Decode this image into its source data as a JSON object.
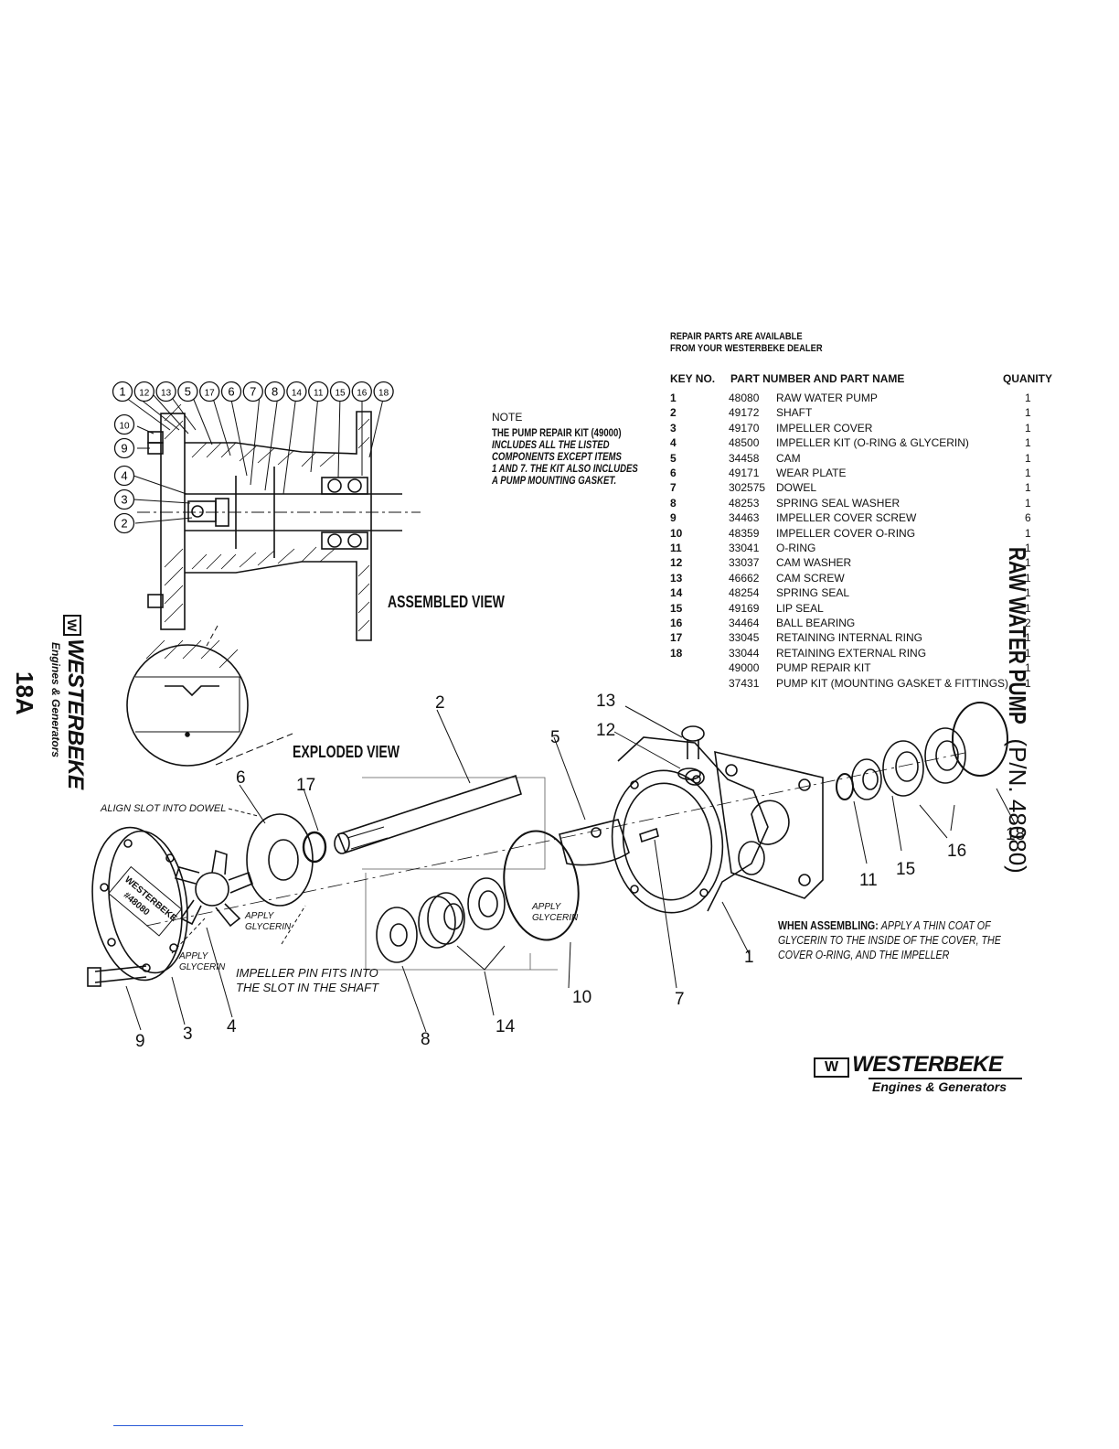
{
  "parts_header": {
    "avail_line1": "REPAIR PARTS ARE AVAILABLE",
    "avail_line2": "FROM YOUR WESTERBEKE DEALER",
    "col_key": "KEY NO.",
    "col_part": "PART NUMBER AND PART NAME",
    "col_qty": "QUANITY"
  },
  "parts": [
    {
      "key": "1",
      "number": "48080",
      "name": "RAW WATER PUMP",
      "qty": "1"
    },
    {
      "key": "2",
      "number": "49172",
      "name": "SHAFT",
      "qty": "1"
    },
    {
      "key": "3",
      "number": "49170",
      "name": "IMPELLER COVER",
      "qty": "1"
    },
    {
      "key": "4",
      "number": "48500",
      "name": "IMPELLER KIT (O-RING & GLYCERIN)",
      "qty": "1"
    },
    {
      "key": "5",
      "number": "34458",
      "name": "CAM",
      "qty": "1"
    },
    {
      "key": "6",
      "number": "49171",
      "name": "WEAR PLATE",
      "qty": "1"
    },
    {
      "key": "7",
      "number": "302575",
      "name": "DOWEL",
      "qty": "1"
    },
    {
      "key": "8",
      "number": "48253",
      "name": "SPRING SEAL WASHER",
      "qty": "1"
    },
    {
      "key": "9",
      "number": "34463",
      "name": "IMPELLER COVER SCREW",
      "qty": "6"
    },
    {
      "key": "10",
      "number": "48359",
      "name": "IMPELLER COVER O-RING",
      "qty": "1"
    },
    {
      "key": "11",
      "number": "33041",
      "name": "O-RING",
      "qty": "1"
    },
    {
      "key": "12",
      "number": "33037",
      "name": "CAM WASHER",
      "qty": "1"
    },
    {
      "key": "13",
      "number": "46662",
      "name": "CAM SCREW",
      "qty": "1"
    },
    {
      "key": "14",
      "number": "48254",
      "name": "SPRING SEAL",
      "qty": "1"
    },
    {
      "key": "15",
      "number": "49169",
      "name": "LIP SEAL",
      "qty": "1"
    },
    {
      "key": "16",
      "number": "34464",
      "name": "BALL BEARING",
      "qty": "2"
    },
    {
      "key": "17",
      "number": "33045",
      "name": "RETAINING INTERNAL RING",
      "qty": "1"
    },
    {
      "key": "18",
      "number": "33044",
      "name": "RETAINING EXTERNAL RING",
      "qty": "1"
    },
    {
      "key": "",
      "number": "49000",
      "name": "PUMP REPAIR KIT",
      "qty": "1"
    },
    {
      "key": "",
      "number": "37431",
      "name": "PUMP KIT (MOUNTING GASKET & FITTINGS)",
      "qty": "1"
    }
  ],
  "note": {
    "title": "NOTE",
    "line1": "THE PUMP REPAIR KIT (49000)",
    "line2": "INCLUDES ALL THE LISTED",
    "line3": "COMPONENTS EXCEPT ITEMS",
    "line4": "1 AND 7. THE KIT ALSO INCLUDES",
    "line5": "A PUMP MOUNTING GASKET."
  },
  "views": {
    "assembled": "ASSEMBLED VIEW",
    "exploded": "EXPLODED VIEW"
  },
  "title": {
    "main": "RAW WATER PUMP",
    "pn": "(P/N. 48080)"
  },
  "assembly_note": {
    "lead": "WHEN ASSEMBLING:",
    "line1": "APPLY A THIN COAT OF",
    "line2": "GLYCERIN TO THE INSIDE OF THE COVER, THE",
    "line3": "COVER O-RING, AND THE IMPELLER"
  },
  "callouts": {
    "align": "ALIGN SLOT INTO DOWEL",
    "apply_glycerin": "APPLY GLYCERIN",
    "apply_glycerin2": "APPLY GLYCERIN",
    "apply_glycerin3": "APPLY GLYCERIN",
    "impeller_pin1": "IMPELLER PIN FITS INTO",
    "impeller_pin2": "THE SLOT IN THE SHAFT",
    "cover_stamp1": "WESTERBEKE",
    "cover_stamp2": "#48080"
  },
  "assembled_balloons": [
    "1",
    "12",
    "13",
    "5",
    "17",
    "6",
    "7",
    "8",
    "14",
    "11",
    "15",
    "16",
    "18"
  ],
  "assembled_side_balloons": [
    "10",
    "9",
    "4",
    "3",
    "2"
  ],
  "exploded_labels": {
    "l1": "1",
    "l2": "2",
    "l3": "3",
    "l4": "4",
    "l5": "5",
    "l6": "6",
    "l7": "7",
    "l8": "8",
    "l9": "9",
    "l10": "10",
    "l11": "11",
    "l12": "12",
    "l13": "13",
    "l14": "14",
    "l15": "15",
    "l16": "16",
    "l17": "17",
    "l18": "18"
  },
  "branding": {
    "logo_mark": "W",
    "brand": "WESTERBEKE",
    "sub": "Engines & Generators",
    "page_no": "18A"
  },
  "colors": {
    "ink": "#111111",
    "footer_line": "#2a5bd7"
  }
}
